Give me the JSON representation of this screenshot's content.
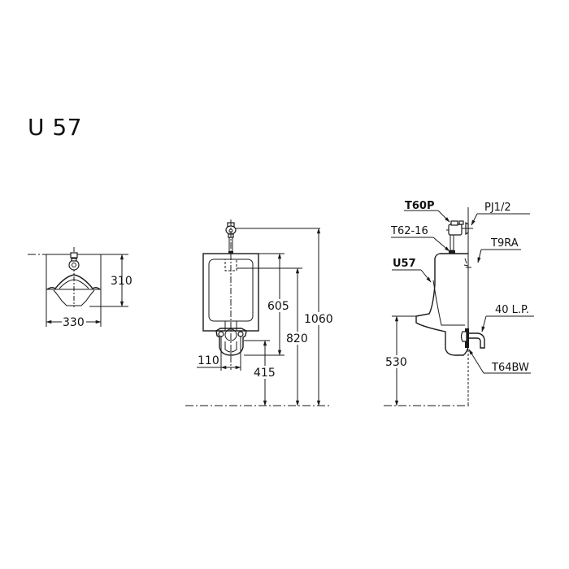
{
  "title": "U 57",
  "top_view": {
    "width_dim": "330",
    "depth_dim": "310"
  },
  "front_view": {
    "bowl_height_dim": "605",
    "spud_height_dim": "820",
    "overall_height_dim": "1060",
    "outlet_height_dim": "415",
    "outlet_offset_dim": "110"
  },
  "side_view": {
    "rim_height_dim": "530",
    "labels": {
      "flush_valve": "T60P",
      "supply_pipe": "PJ1/2",
      "spud": "T62-16",
      "hanger": "T9RA",
      "urinal": "U57",
      "trap": "40 L.P.",
      "waste_fitting": "T64BW"
    }
  },
  "colors": {
    "line": "#1a1a1a",
    "background": "#ffffff"
  }
}
